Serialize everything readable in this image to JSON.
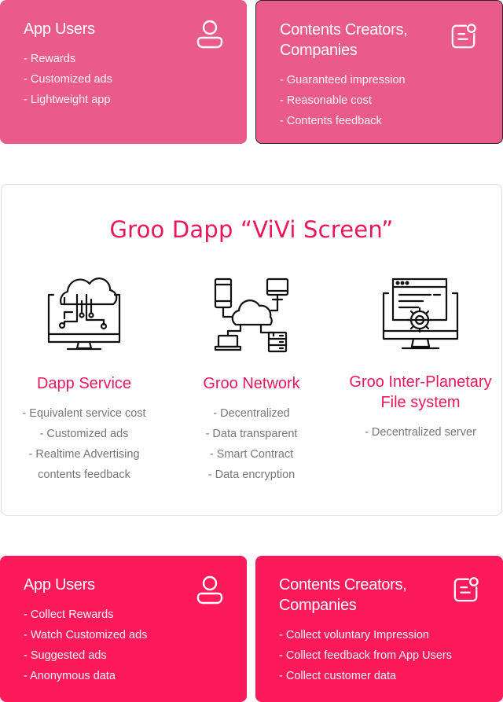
{
  "top_left": {
    "title": "App Users",
    "items": [
      "- Rewards",
      "- Customized ads",
      "- Lightweight app"
    ],
    "icon": "user-icon"
  },
  "top_right": {
    "title_line1": "Contents Creators,",
    "title_line2": "Companies",
    "items": [
      "- Guaranteed impression",
      "- Reasonable cost",
      "- Contents feedback"
    ],
    "icon": "notification-icon"
  },
  "middle": {
    "title": "Groo Dapp “ViVi Screen”",
    "columns": [
      {
        "title": "Dapp Service",
        "icon": "cloud-monitor-icon",
        "items": [
          "- Equivalent service cost",
          "- Customized ads",
          "- Realtime Advertising",
          "contents feedback"
        ]
      },
      {
        "title": "Groo Network",
        "icon": "cloud-network-icon",
        "items": [
          "- Decentralized",
          "- Data transparent",
          "- Smart Contract",
          "- Data encryption"
        ]
      },
      {
        "title_line1": "Groo Inter-Planetary",
        "title_line2": "File system",
        "icon": "monitor-settings-icon",
        "items": [
          "- Decentralized server"
        ]
      }
    ]
  },
  "bottom_left": {
    "title": "App Users",
    "items": [
      "- Collect Rewards",
      "- Watch Customized ads",
      "- Suggested ads",
      "- Anonymous data"
    ],
    "icon": "user-icon"
  },
  "bottom_right": {
    "title_line1": "Contents Creators,",
    "title_line2": "Companies",
    "items": [
      "- Collect voluntary Impression",
      "- Collect feedback from App Users",
      "- Collect customer data"
    ],
    "icon": "notification-icon"
  },
  "colors": {
    "top_card": "#ea5b8c",
    "bottom_card": "#fc1a5a",
    "accent_text": "#e8185a",
    "muted_text": "#777777"
  }
}
